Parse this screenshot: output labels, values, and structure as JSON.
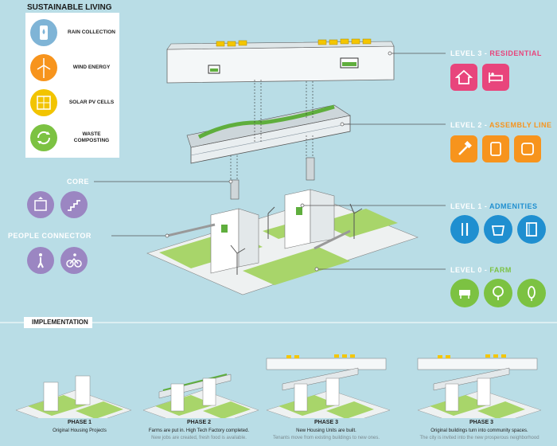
{
  "sustainable": {
    "title": "SUSTAINABLE LIVING",
    "items": [
      {
        "label": "RAIN COLLECTION",
        "icon": "rain-drop-icon",
        "color": "#7fb4d6"
      },
      {
        "label": "WIND ENERGY",
        "icon": "wind-turbine-icon",
        "color": "#f7941d"
      },
      {
        "label": "SOLAR PV CELLS",
        "icon": "solar-panel-icon",
        "color": "#f2c400"
      },
      {
        "label": "WASTE COMPOSTING",
        "icon": "recycle-icon",
        "color": "#7cc242"
      }
    ]
  },
  "levels": [
    {
      "prefix": "LEVEL 3 - ",
      "name": "RESIDENTIAL",
      "color": "#e8457c",
      "icons": [
        "house-icon",
        "bed-icon"
      ]
    },
    {
      "prefix": "LEVEL 2 - ",
      "name": "ASSEMBLY LINE",
      "color": "#f7941d",
      "icons": [
        "hammer-icon",
        "tablet-icon",
        "square-icon"
      ]
    },
    {
      "prefix": "LEVEL 1 - ",
      "name": "ADMENITIES",
      "color": "#1f8fd0",
      "icons": [
        "fork-knife-icon",
        "bucket-icon",
        "book-icon"
      ]
    },
    {
      "prefix": "LEVEL 0 - ",
      "name": "FARM",
      "color": "#7cc242",
      "icons": [
        "cow-icon",
        "tree-icon",
        "corn-icon"
      ]
    }
  ],
  "core": {
    "label": "CORE",
    "icons": [
      "elevator-icon",
      "stairs-icon"
    ],
    "color": "#9b86c2"
  },
  "connector": {
    "label": "PEOPLE CONNECTOR",
    "icons": [
      "walker-icon",
      "cyclist-icon"
    ],
    "color": "#9b86c2"
  },
  "implementation": {
    "title": "IMPLEMENTATION"
  },
  "phases": [
    {
      "title": "PHASE 1",
      "text": "Original Housing Projects",
      "sub": ""
    },
    {
      "title": "PHASE 2",
      "text": "Farms are put in. High Tech Factory completed.",
      "sub": "New jobs are created, fresh food is available."
    },
    {
      "title": "PHASE 3",
      "text": "New Housing Units are built.",
      "sub": "Tenants move from existing buildings to new ones."
    },
    {
      "title": "PHASE 3",
      "text": "Original buildings turn into community spaces.",
      "sub": "The city is invited into the new prosperous neighborhood"
    }
  ]
}
